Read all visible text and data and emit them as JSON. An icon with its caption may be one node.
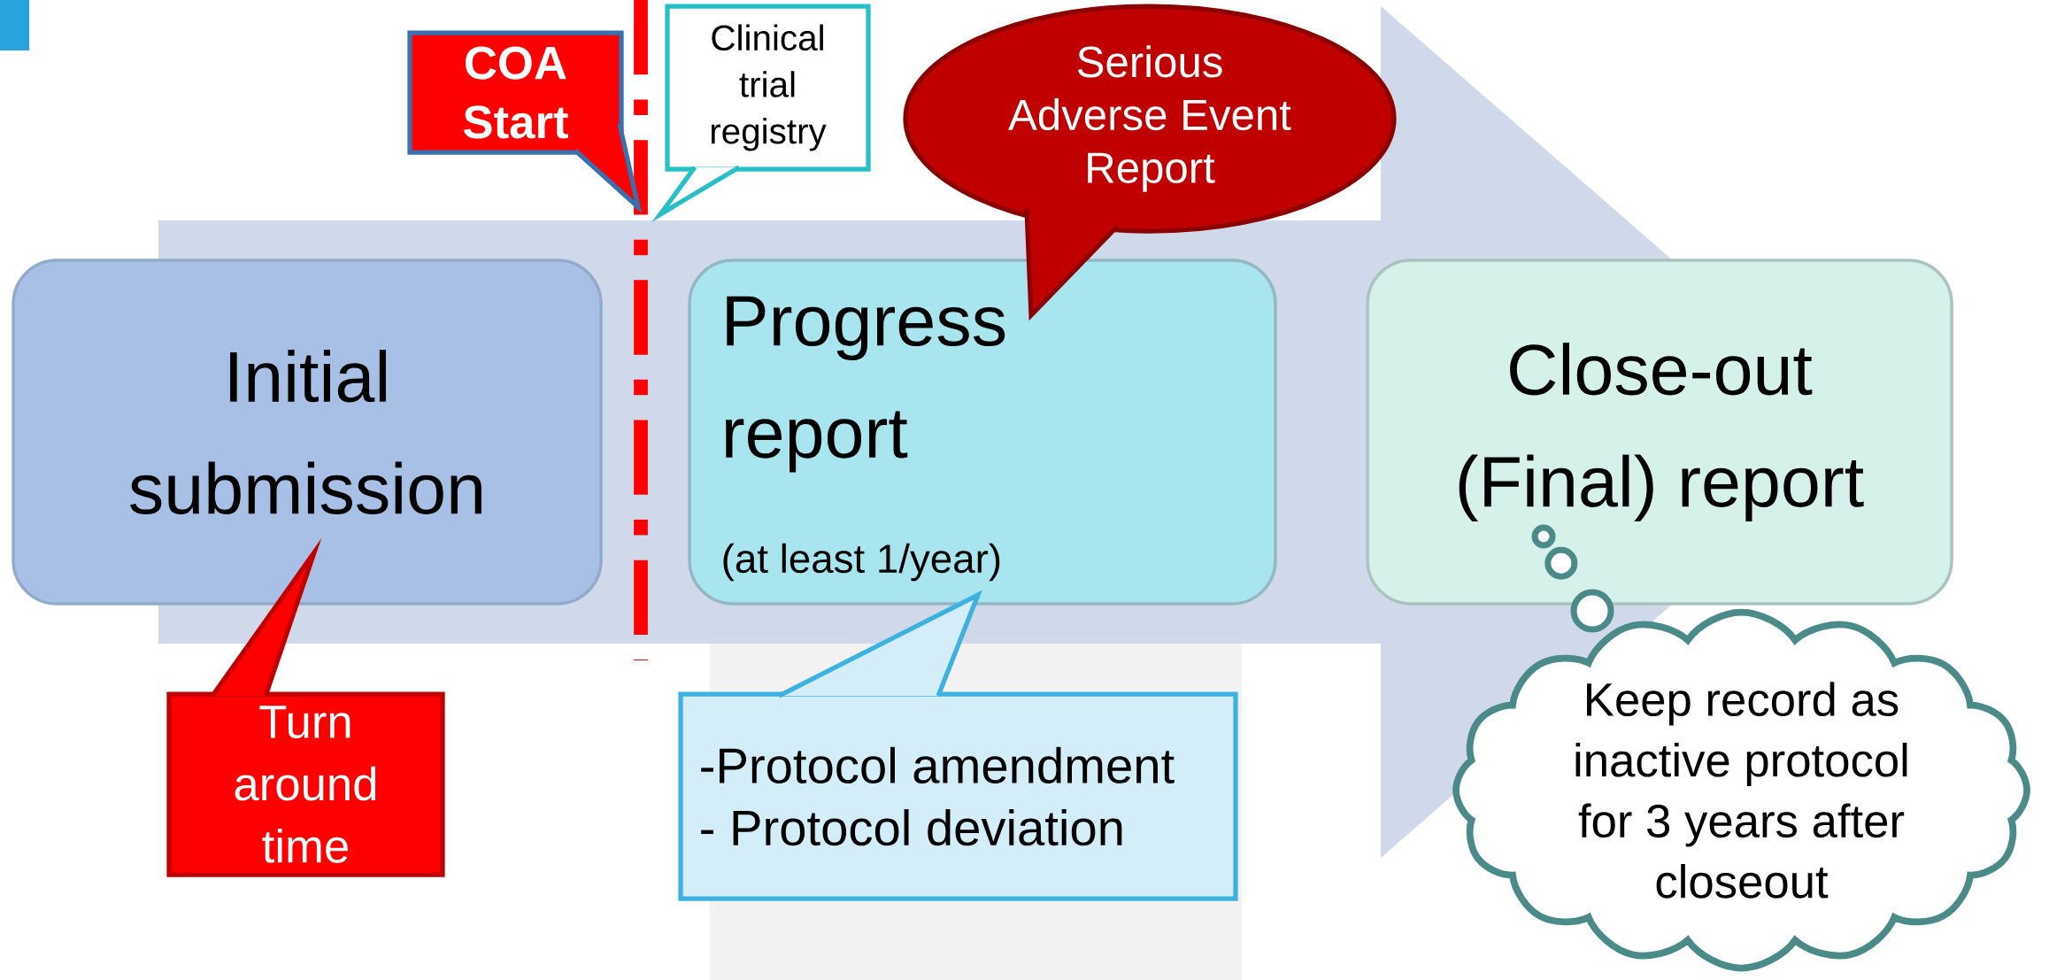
{
  "diagram": {
    "nodes": [
      {
        "text": [
          "Initial submission"
        ]
      },
      {
        "text": [
          "Progress report",
          "(at least 1/year)"
        ]
      },
      {
        "text": [
          "Close-out (Final) report"
        ]
      },
      {
        "text": [
          "COA Start"
        ]
      },
      {
        "text": [
          "Clinical trial registry"
        ]
      },
      {
        "text": [
          "Serious Adverse Event Report"
        ]
      },
      {
        "text": [
          "Turn around time"
        ]
      },
      {
        "text": [
          "-Protocol amendment",
          "- Protocol deviation"
        ]
      },
      {
        "text": [
          "Keep record as inactive protocol for 3 years after closeout"
        ]
      }
    ],
    "edges": [
      {
        "from": 0,
        "to": 2,
        "arrow": "to",
        "style": "thick"
      },
      {
        "from": 8,
        "to": 2,
        "arrow": "none",
        "style": "dashed"
      }
    ]
  }
}
